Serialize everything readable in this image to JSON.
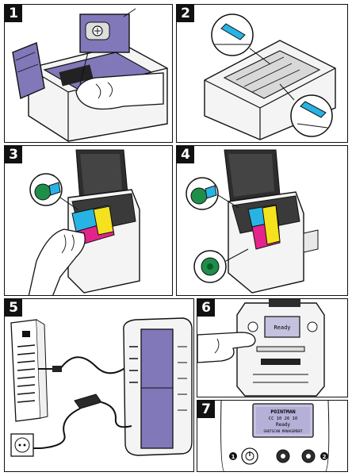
{
  "steps": [
    {
      "number": "1"
    },
    {
      "number": "2"
    },
    {
      "number": "3"
    },
    {
      "number": "4"
    },
    {
      "number": "5"
    },
    {
      "number": "6"
    },
    {
      "number": "7"
    }
  ],
  "lcd": {
    "brand": "POINTMAN",
    "line2": "CC 10 26 10",
    "line3": "Ready",
    "line4": "SHOTSCAN MANAGEMENT"
  },
  "panel6_lcd": {
    "line1": "Ready"
  },
  "controls": {
    "left_marker": "1",
    "right_marker": "2"
  },
  "colors": {
    "accent_purple": "#8078b8",
    "ribbon_cyan": "#27b4e4",
    "ribbon_yellow": "#f4e21e",
    "ribbon_magenta": "#e4248c",
    "knob_green": "#1e8f4a",
    "outline": "#111111"
  }
}
